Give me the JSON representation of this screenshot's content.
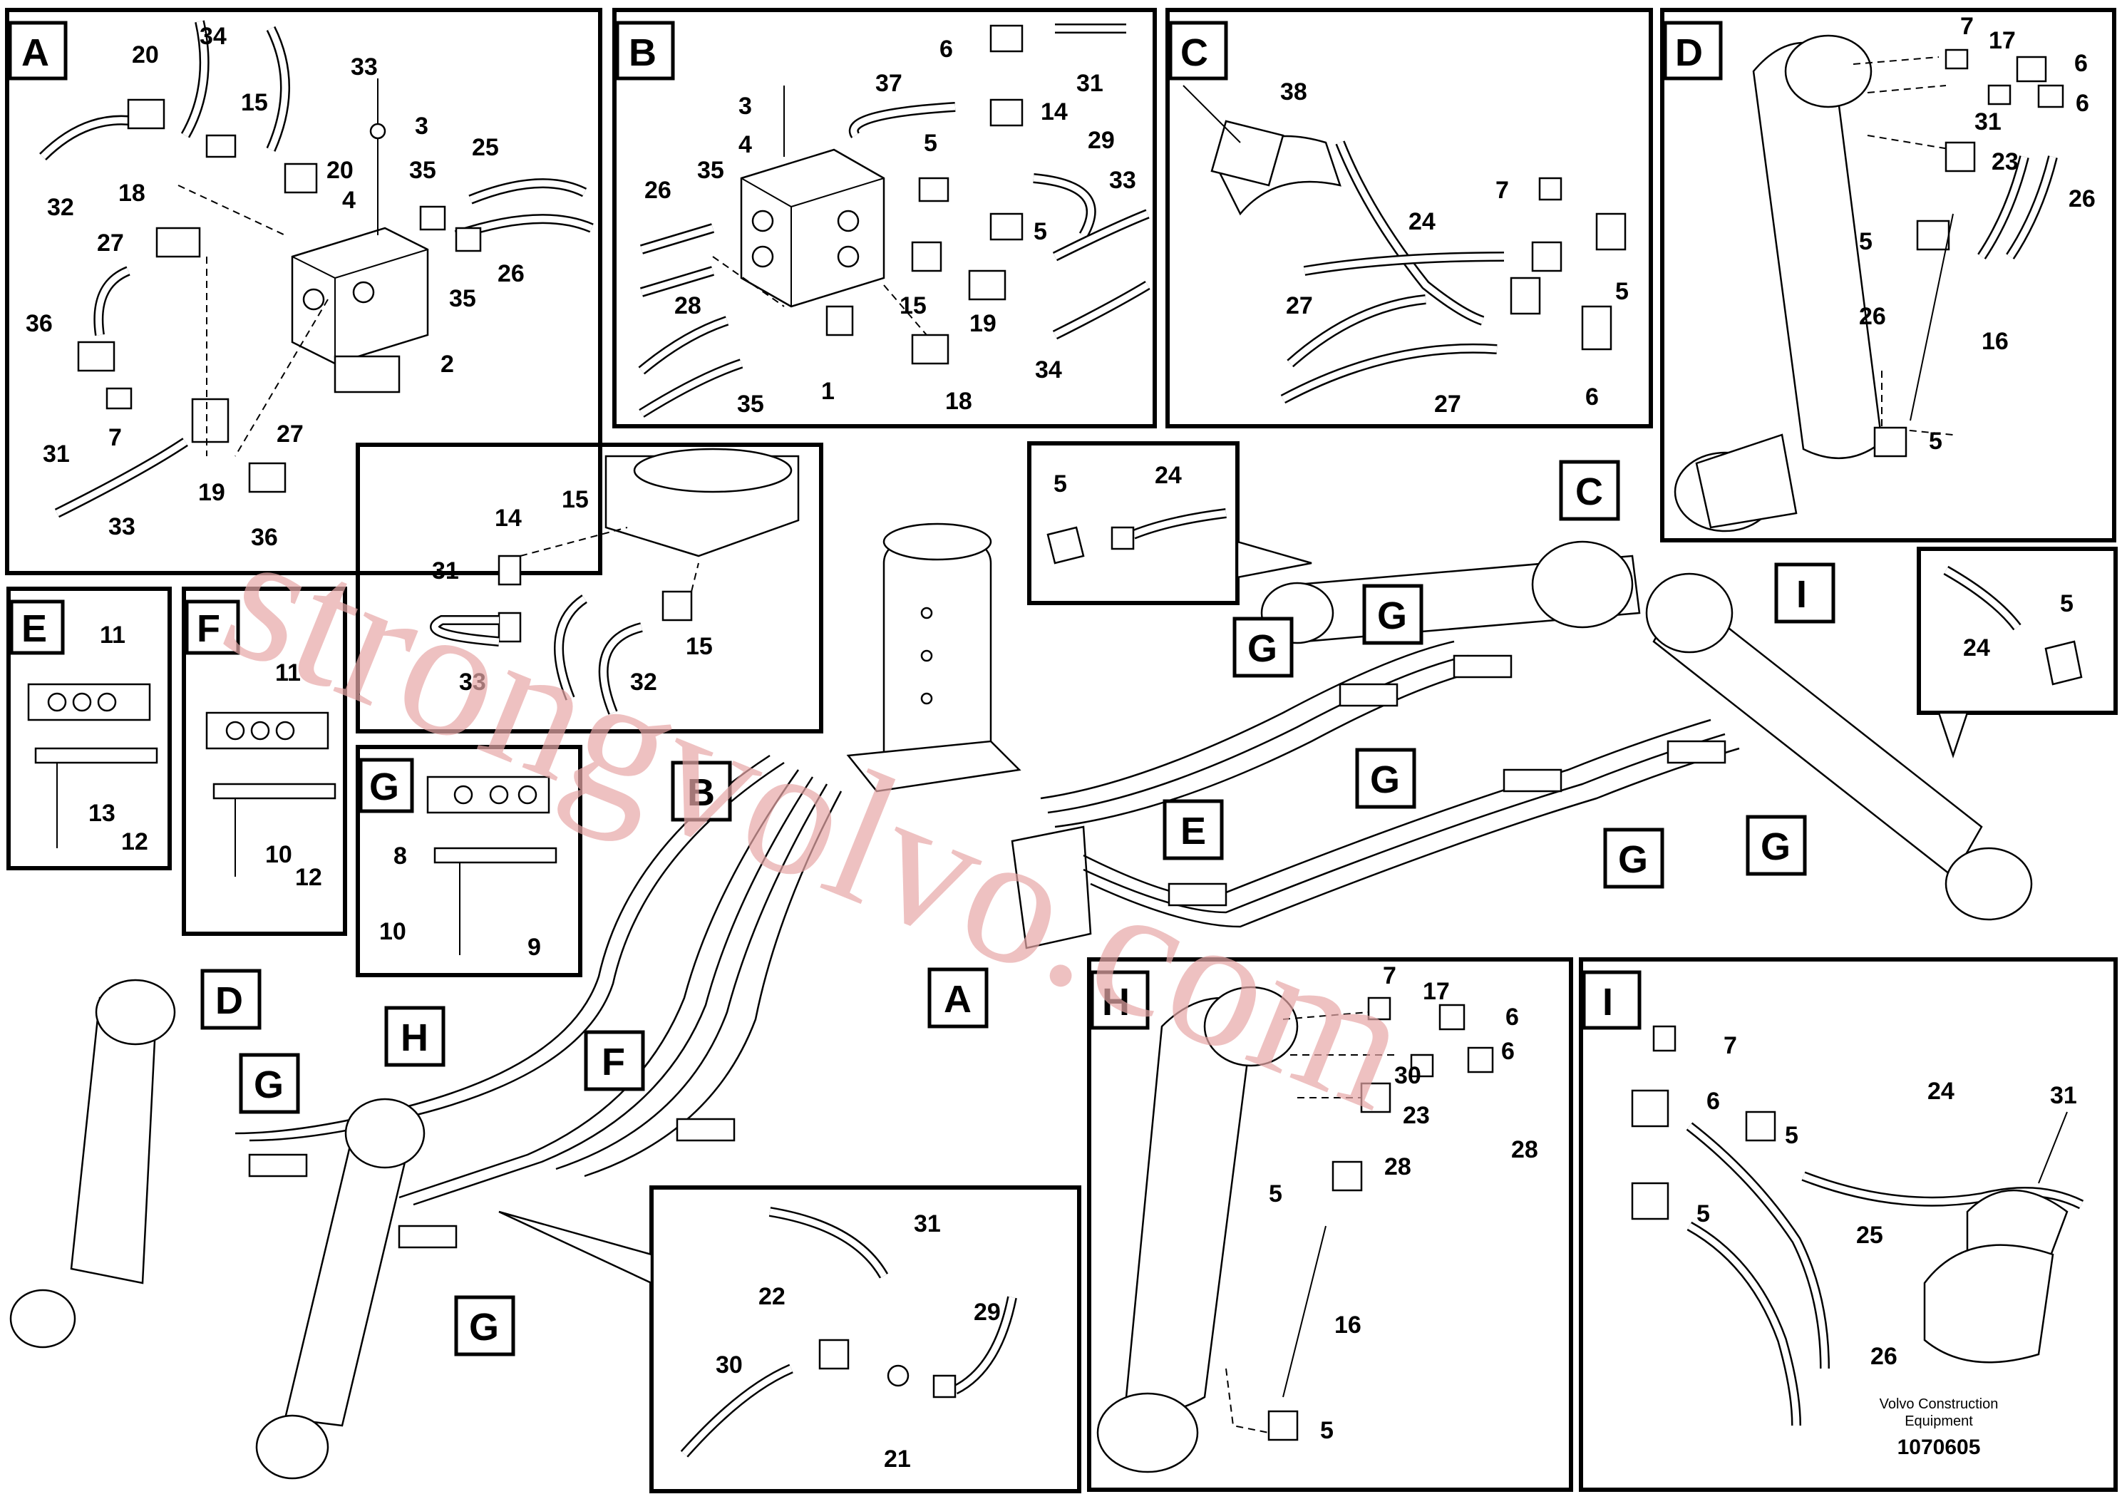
{
  "panels": {
    "A": {
      "title": "A",
      "labels": [
        "20",
        "34",
        "15",
        "33",
        "3",
        "18",
        "20",
        "25",
        "32",
        "27",
        "35",
        "4",
        "26",
        "35",
        "36",
        "2",
        "31",
        "7",
        "19",
        "27",
        "33",
        "36"
      ]
    },
    "B": {
      "title": "B",
      "labels": [
        "6",
        "31",
        "3",
        "37",
        "14",
        "4",
        "5",
        "29",
        "26",
        "35",
        "33",
        "5",
        "28",
        "15",
        "19",
        "35",
        "1",
        "18",
        "34"
      ]
    },
    "C": {
      "title": "C",
      "labels": [
        "38",
        "7",
        "24",
        "5",
        "27",
        "27",
        "6"
      ]
    },
    "D": {
      "title": "D",
      "labels": [
        "7",
        "17",
        "6",
        "6",
        "31",
        "23",
        "26",
        "5",
        "26",
        "16",
        "5"
      ]
    },
    "E": {
      "title": "E",
      "labels": [
        "11",
        "13",
        "12"
      ]
    },
    "F": {
      "title": "F",
      "labels": [
        "11",
        "10",
        "12"
      ]
    },
    "G": {
      "title": "G",
      "labels": [
        "8",
        "10",
        "9"
      ]
    },
    "H": {
      "title": "H",
      "labels": [
        "7",
        "17",
        "6",
        "6",
        "30",
        "23",
        "28",
        "5",
        "28",
        "16",
        "5"
      ]
    },
    "I": {
      "title": "I",
      "labels": [
        "7",
        "6",
        "5",
        "24",
        "31",
        "5",
        "25",
        "26"
      ]
    },
    "swivel_detail": {
      "labels": [
        "15",
        "14",
        "31",
        "15",
        "33",
        "32"
      ]
    },
    "cyl_detail": {
      "labels": [
        "5",
        "24"
      ]
    },
    "right_detail": {
      "labels": [
        "5",
        "24"
      ]
    },
    "tee_detail": {
      "labels": [
        "31",
        "22",
        "29",
        "30",
        "21"
      ]
    }
  },
  "callouts": [
    "C",
    "G",
    "G",
    "G",
    "I",
    "G",
    "G",
    "E",
    "B",
    "D",
    "G",
    "H",
    "G",
    "F",
    "A"
  ],
  "footer": {
    "company_line1": "Volvo Construction",
    "company_line2": "Equipment",
    "doc_number": "1070605"
  },
  "watermark": "strongvolvo.com"
}
